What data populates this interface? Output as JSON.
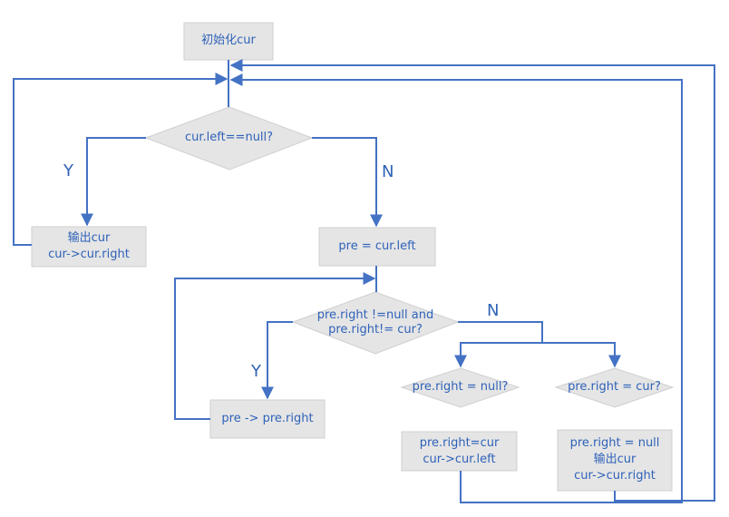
{
  "colors": {
    "line": "#4472c4",
    "node_fill": "#e5e5e5",
    "node_border": "#cfcfcf",
    "text": "#2f62b8"
  },
  "nodes": {
    "init": "初始化cur",
    "decision_left_null": "cur.left==null?",
    "output_cur_1": "输出cur",
    "move_right_1": "cur->cur.right",
    "pre_assign": "pre = cur.left",
    "decision_pre_right_1": "pre.right !=null and",
    "decision_pre_right_2": "pre.right!= cur?",
    "pre_advance": "pre -> pre.right",
    "decision_pre_null": "pre.right = null?",
    "decision_pre_cur": "pre.right = cur?",
    "link_set": "pre.right=cur",
    "move_left": "cur->cur.left",
    "unlink_set": "pre.right = null",
    "output_cur_2": "输出cur",
    "move_right_2": "cur->cur.right"
  },
  "edge_labels": {
    "yes_1": "Y",
    "no_1": "N",
    "yes_2": "Y",
    "no_2": "N"
  }
}
